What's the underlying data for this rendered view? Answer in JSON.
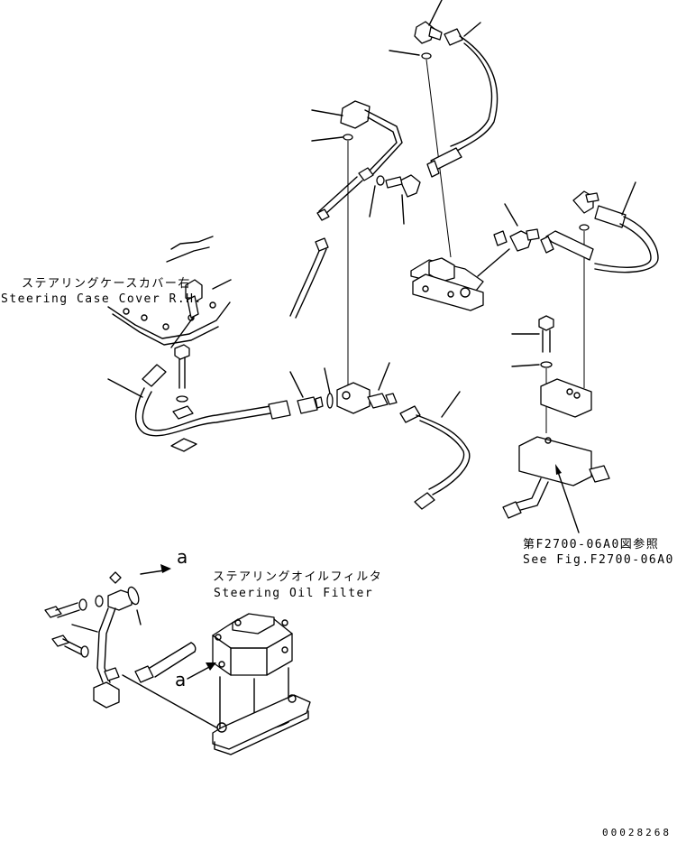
{
  "labels": {
    "steering_case_cover_jp": "ステアリングケースカバー右",
    "steering_case_cover_en": "Steering Case Cover R.H.",
    "oil_filter_jp": "ステアリングオイルフィルタ",
    "oil_filter_en": "Steering Oil Filter",
    "see_fig_jp": "第F2700-06A0図参照",
    "see_fig_en": "See Fig.F2700-06A0",
    "arrow_a_top": "a",
    "arrow_a_bottom": "a",
    "document_number": "00028268"
  }
}
